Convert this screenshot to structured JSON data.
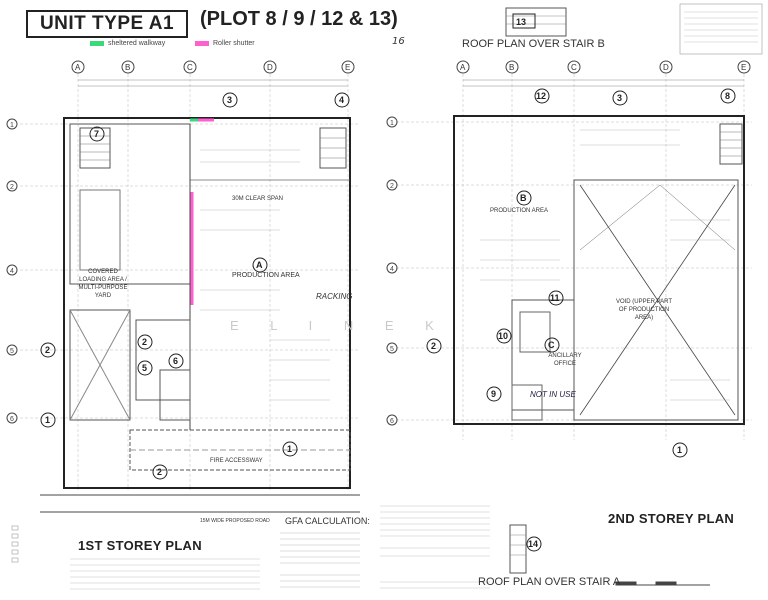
{
  "header": {
    "unit_type": "UNIT TYPE A1",
    "plot": "(PLOT 8 / 9 / 12 & 13)",
    "hand_note": "16"
  },
  "legend": {
    "green_label": "sheltered walkway",
    "pink_label": "Roller shutter",
    "green_color": "#3bd97a",
    "pink_color": "#ff5fd0"
  },
  "plan_left": {
    "title": "1ST STOREY PLAN",
    "grid_cols": [
      "A",
      "B",
      "C",
      "D",
      "E"
    ],
    "production": "PRODUCTION AREA",
    "production_tag": "A",
    "clear_span": "30M CLEAR SPAN",
    "racking": "RACKING",
    "covered": "COVERED LOADING AREA / MULTI-PURPOSE YARD",
    "fire_access": "FIRE ACCESSWAY",
    "road": "15M WIDE PROPOSED ROAD",
    "tags": [
      "3",
      "4",
      "7",
      "2",
      "5",
      "6",
      "1",
      "2"
    ]
  },
  "plan_right": {
    "roof_b": "ROOF PLAN OVER STAIR B",
    "roof_a": "ROOF PLAN OVER STAIR A",
    "title": "2ND STOREY PLAN",
    "production": "PRODUCTION AREA",
    "production_tag": "B",
    "void": "VOID (UPPER PART OF PRODUCTION AREA)",
    "office": "ANCILLARY OFFICE",
    "office_tag": "C",
    "not_in_use": "NOT IN USE",
    "tags": [
      "13",
      "12",
      "3",
      "8",
      "11",
      "10",
      "9",
      "1",
      "14"
    ]
  },
  "gfa": {
    "title": "GFA CALCULATION:"
  },
  "watermark": "E L I N E K"
}
